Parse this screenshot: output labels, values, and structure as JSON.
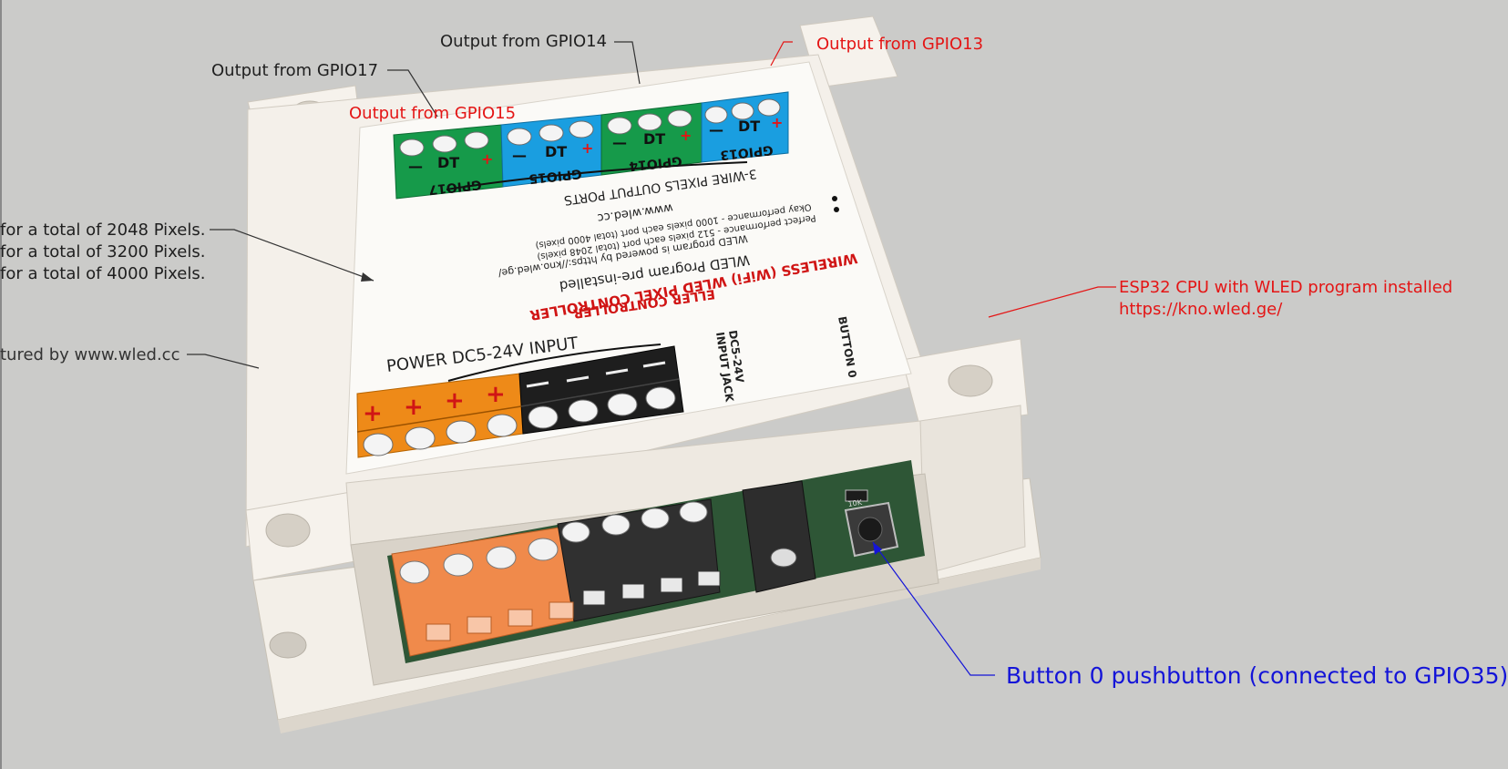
{
  "annotations": {
    "gpio14": "Output from GPIO14",
    "gpio13": "Output from GPIO13",
    "gpio17": "Output from GPIO17",
    "gpio15": "Output from GPIO15",
    "total_2048": "for a total of 2048 Pixels.",
    "total_3200": "for a total of 3200 Pixels.",
    "total_4000": "for a total of 4000 Pixels.",
    "manufactured": "tured by www.wled.cc",
    "esp32_line1": "ESP32 CPU with WLED program installed",
    "esp32_line2": "https://kno.wled.ge/",
    "button0": "Button 0 pushbutton (connected to GPIO35)"
  },
  "device_label": {
    "port_gpio17": "GPIO17",
    "port_gpio15": "GPIO15",
    "port_gpio14": "GPIO14",
    "port_gpio13": "GPIO13",
    "pin_dt": "DT",
    "pin_plus": "+",
    "pin_minus": "—",
    "output_ports": "3-WIRE PIXELS  OUTPUT PORTS",
    "website": "www.wled.cc",
    "okay_perf": "Okay performance - 1000 pixels each port (total 4000 pixels)",
    "perfect_perf": "Perfect performance - 512 pixels each port (total 2048 pixels)",
    "powered_by": "WLED program is powered by https://kno.wled.ge/",
    "preinstalled": "WLED Program pre-installed",
    "wireless": "WIRELESS (WiFi) WLED PIXEL CONTROLLER",
    "power_input": "POWER DC5-24V INPUT",
    "jack_line1": "DC5-24V",
    "jack_line2": "INPUT JACK",
    "button_label": "BUTTON 0",
    "resistor": "10K"
  },
  "colors": {
    "background": "#cbcbc9",
    "enclosure": "#f0ebe3",
    "green_port": "#169a4a",
    "blue_port": "#1a9ee0",
    "orange_port": "#ee8a18",
    "black_port": "#1e1e1e",
    "red_annotation": "#e41515",
    "blue_annotation": "#1414d8"
  }
}
